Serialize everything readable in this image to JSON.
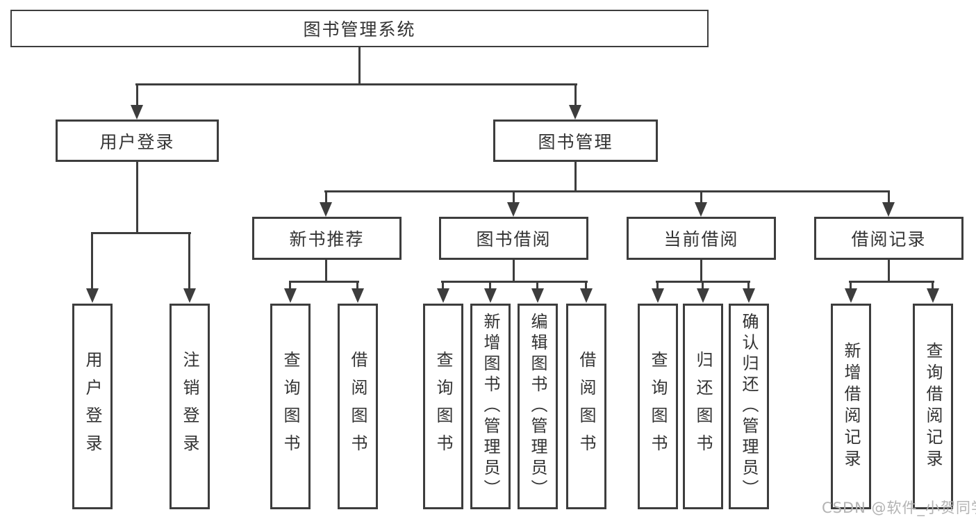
{
  "tree": {
    "type": "hierarchy-diagram",
    "root": {
      "label": "图书管理系统"
    },
    "level2": [
      {
        "label": "用户登录",
        "children": [
          "用户登录",
          "注销登录"
        ]
      },
      {
        "label": "图书管理"
      }
    ],
    "level3": [
      {
        "label": "新书推荐",
        "children": [
          "查询图书",
          "借阅图书"
        ]
      },
      {
        "label": "图书借阅",
        "children": [
          "查询图书",
          "新增图书（管理员）",
          "编辑图书（管理员）",
          "借阅图书"
        ]
      },
      {
        "label": "当前借阅",
        "children": [
          "查询图书",
          "归还图书",
          "确认归还（管理员）"
        ]
      },
      {
        "label": "借阅记录",
        "children": [
          "新增借阅记录",
          "查询借阅记录"
        ]
      }
    ]
  },
  "watermark": {
    "text": "CSDN @软件_小贺同学"
  },
  "colors": {
    "line": "#3d3d3d",
    "text": "#333333",
    "watermark": "#b3b3b3",
    "background": "#ffffff"
  }
}
